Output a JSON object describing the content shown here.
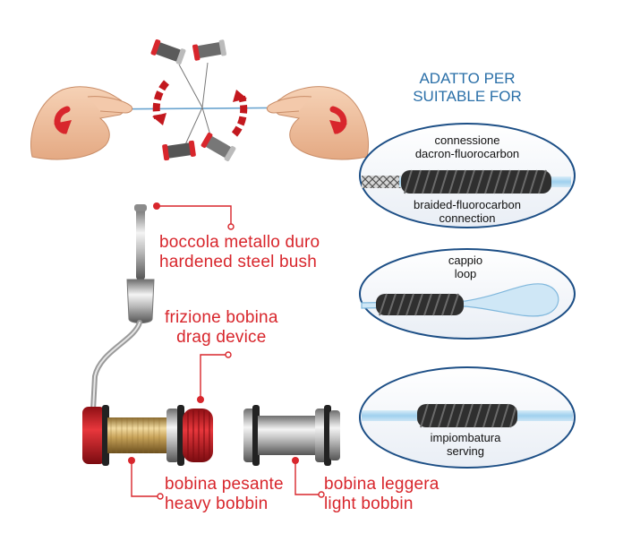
{
  "heading": {
    "line1": "ADATTO PER",
    "line2": "SUITABLE FOR"
  },
  "ovals": [
    {
      "top_line1": "connessione",
      "top_line2": "dacron-fluorocarbon",
      "bottom_line1": "braided-fluorocarbon",
      "bottom_line2": "connection"
    },
    {
      "top_line1": "cappio",
      "top_line2": "loop"
    },
    {
      "bottom_line1": "impiombatura",
      "bottom_line2": "serving"
    }
  ],
  "callouts": {
    "bush": {
      "line1": "boccola metallo duro",
      "line2": "hardened steel bush"
    },
    "drag": {
      "line1": "frizione bobina",
      "line2": "drag device"
    },
    "heavy": {
      "line1": "bobina pesante",
      "line2": "heavy bobbin"
    },
    "light": {
      "line1": "bobina leggera",
      "line2": "light bobbin"
    }
  },
  "colors": {
    "accent_red": "#d8262c",
    "heading_blue": "#2a6fa8",
    "oval_border": "#1d4f86",
    "coil": "#3a3a3a"
  }
}
